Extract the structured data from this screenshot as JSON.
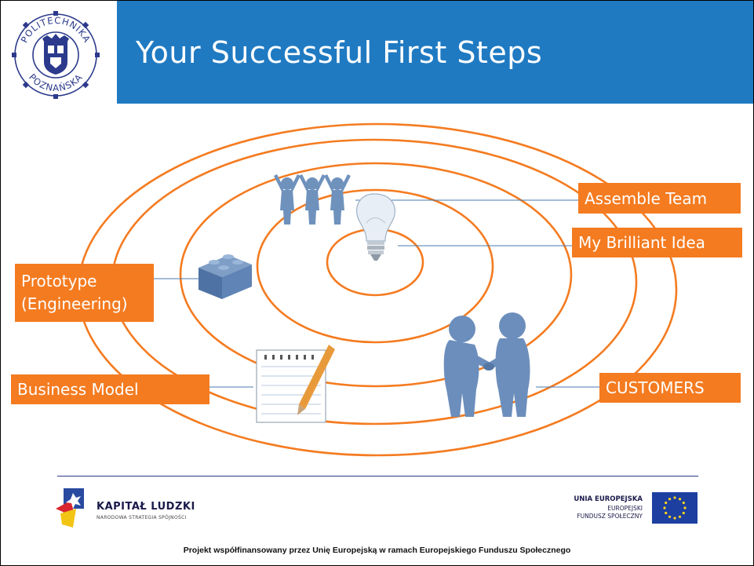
{
  "slide": {
    "title": "Your Successful First Steps",
    "logo": {
      "top_arc": "POLITECHNIKA",
      "bottom_arc": "POZNAŃSKA",
      "icon": "crest-gear-icon"
    }
  },
  "diagram": {
    "rings": 5,
    "ring_color": "#f47b20",
    "labels": {
      "assemble_team": "Assemble Team",
      "brilliant_idea": "My Brilliant Idea",
      "prototype_line1": "Prototype",
      "prototype_line2": "(Engineering)",
      "business_model": "Business Model",
      "customers": "CUSTOMERS"
    },
    "icons": [
      "team-people-icon",
      "lightbulb-icon",
      "lego-brick-icon",
      "notepad-pencil-icon",
      "handshake-figures-icon"
    ]
  },
  "footer": {
    "kl_name": "KAPITAŁ LUDZKI",
    "kl_sub": "NARODOWA STRATEGIA SPÓJNOŚCI",
    "ue_line1": "UNIA EUROPEJSKA",
    "ue_line2": "EUROPEJSKI",
    "ue_line3": "FUNDUSZ SPOŁECZNY",
    "project_text": "Projekt współfinansowany przez Unię Europejską w ramach Europejskiego Funduszu Społecznego"
  },
  "colors": {
    "header_blue": "#1f7ac2",
    "accent_orange": "#f47b20",
    "connector_blue": "#4a7ab0",
    "eu_blue": "#1d3fa0"
  }
}
